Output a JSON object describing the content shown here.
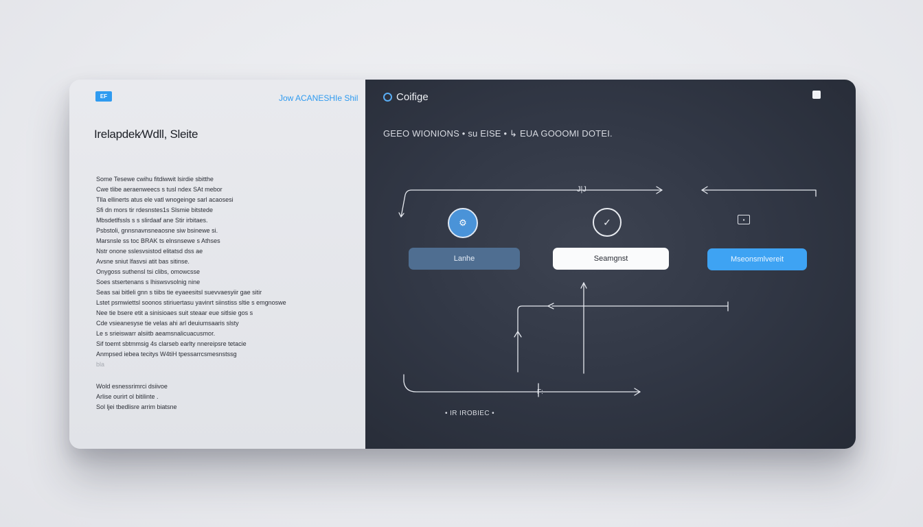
{
  "left_panel": {
    "logo_badge": "EF",
    "header_link": "Jow ACANESHIe Shil",
    "heading": "Irelapdek⁄Wdll, Sleite",
    "paragraph_1": [
      "Some Tesewe cwihu fitdiwwit lsirdie sbitthe",
      "Cwe tlibe aeraenweecs s tusl ndex SAt mebor",
      "Tlla ellinerts atus ele vatl wnogeinge sarl acaosesi",
      "Sfi dn mors tir rdesnstes1s Slsmie bitstede",
      "Mbsdetlfssls s s slirdaaf ane Stir irbitaes.",
      "Psbstoli, gnnsnavnsneaosne siw bsinewe si.",
      "Marsnsle ss toc BRAK ts elnsnsewe s Athses",
      "Nstr onone sslesvsistod elitatsd dss ae",
      "Avsne sniut lfasvsi atit bas sitinse.",
      "Onygoss suthensl tsi clibs, omowcsse",
      "Soes stsertenans s lhiswsvsolnig nine",
      "Seas sai bitleli gnn s tiibs tie eyaeesitsl suevvaesyiir gae sitir",
      "Lstet psmwiettsl soonos stiriuertasu yavinrt siinstiss sltie s emgnoswe",
      "Nee tie bsere etit a sinisioaes suit steaar eue sitlsie gos s",
      "Cde vsieanesyse tie velas ahi arl deuiumsaaris slsty",
      "Le s srieiswarr alsiitb aeamsnalicuacusmor.",
      "Sif toemt sbtmmsig 4s clarseb earlty nnereipsre tetacie",
      "Anmpsed iebea tecitys W4tiH tpessarrcsmesnstssg"
    ],
    "faded_line": "bla",
    "paragraph_2": [
      "Wold esnessrimrci dsiivoe",
      "Arlise ourirt ol bitilinte .",
      "Sol ljei tbedlisre arrim biatsne"
    ]
  },
  "right_panel": {
    "brand_name": "Coifige",
    "subtitle": "GEEO  WIONIONS  •  su EISE  • ↳ EUA  GOOOMI DOTEI.",
    "buttons": {
      "button_1": "Lanhe",
      "button_2": "Seamgnst",
      "button_3": "Mseonsmlvereit"
    },
    "node_icons": [
      "gear-badge-icon",
      "clock-icon",
      "small-box-icon"
    ],
    "marker_top": "J|J",
    "marker_bottom": "F:",
    "footer_label": "•  IR  IROBIEC  •",
    "accent_color": "#3ea3f3"
  }
}
